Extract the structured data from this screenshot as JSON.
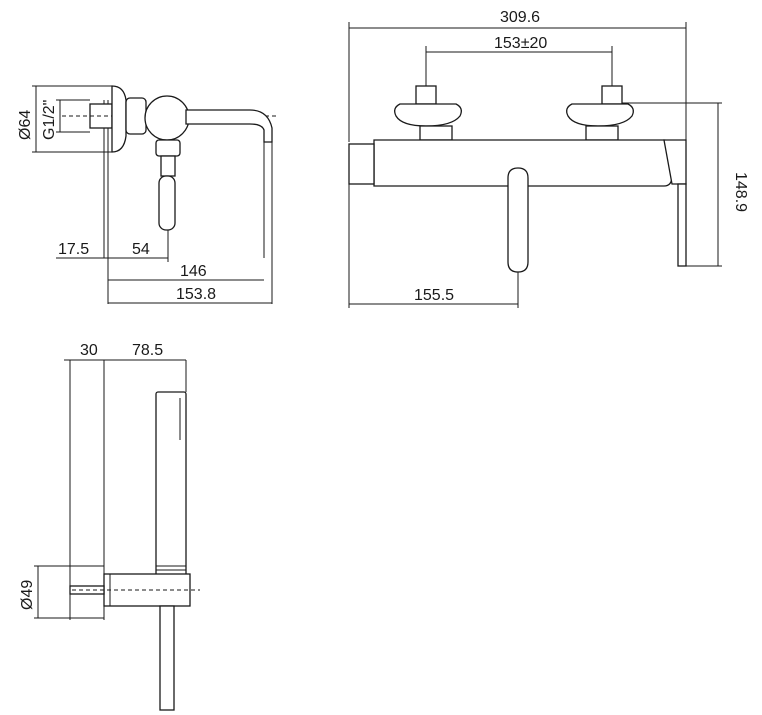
{
  "dimensions": {
    "side_view": {
      "diameter_64": "Ø64",
      "thread_g12": "G1/2\"",
      "d_17_5": "17.5",
      "d_54": "54",
      "d_146": "146",
      "d_153_8": "153.8"
    },
    "front_view": {
      "d_309_6": "309.6",
      "d_153_pm_20": "153±20",
      "d_148_9": "148.9",
      "d_155_5": "155.5"
    },
    "hand_shower": {
      "d_30": "30",
      "d_78_5": "78.5",
      "diameter_49": "Ø49"
    }
  },
  "colors": {
    "line": "#1a1a1a",
    "background": "#ffffff"
  }
}
